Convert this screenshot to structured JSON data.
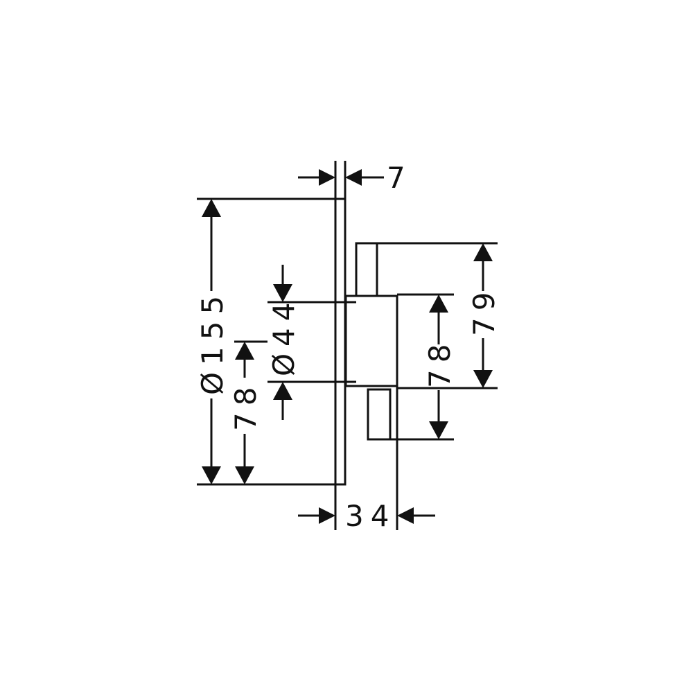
{
  "dimensions": {
    "plate_thickness": "7",
    "plate_diameter": "Ø155",
    "plate_lower_offset": "78",
    "body_diameter": "Ø44",
    "right_inner_height": "78",
    "right_outer_height": "79",
    "total_depth": "34"
  },
  "colors": {
    "line": "#111111",
    "background": "#ffffff"
  }
}
